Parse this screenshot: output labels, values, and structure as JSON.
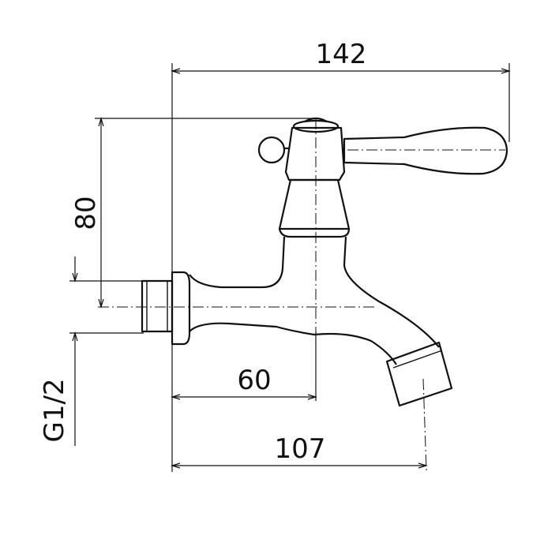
{
  "dimensions": {
    "overall_length": "142",
    "height": "80",
    "spout_position": "60",
    "reach": "107",
    "thread": "G1/2"
  },
  "colors": {
    "line": "#111111",
    "background": "#ffffff"
  }
}
